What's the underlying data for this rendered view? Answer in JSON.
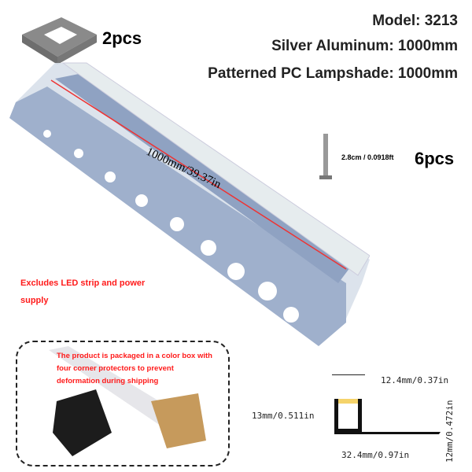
{
  "specs": {
    "model": "Model: 3213",
    "aluminum": "Silver Aluminum: 1000mm",
    "lampshade": "Patterned PC Lampshade: 1000mm"
  },
  "corner_qty": "2pcs",
  "screw": {
    "qty": "6pcs",
    "size": "2.8cm / 0.0918ft"
  },
  "length_label": "1000mm/39.37in",
  "note": "Excludes LED strip and power supply",
  "package_note": "The product is packaged in a color box with four corner protectors to prevent deformation during shipping",
  "dimensions": {
    "top_width": "12.4mm/0.37in",
    "left_height": "13mm/0.511in",
    "right_height": "12mm/0.472in",
    "bottom_width": "32.4mm/0.97in"
  },
  "colors": {
    "accent_red": "#ff1a1a",
    "aluminum": "#9fb0cc",
    "diffuser_yellow": "#f5d36a"
  }
}
